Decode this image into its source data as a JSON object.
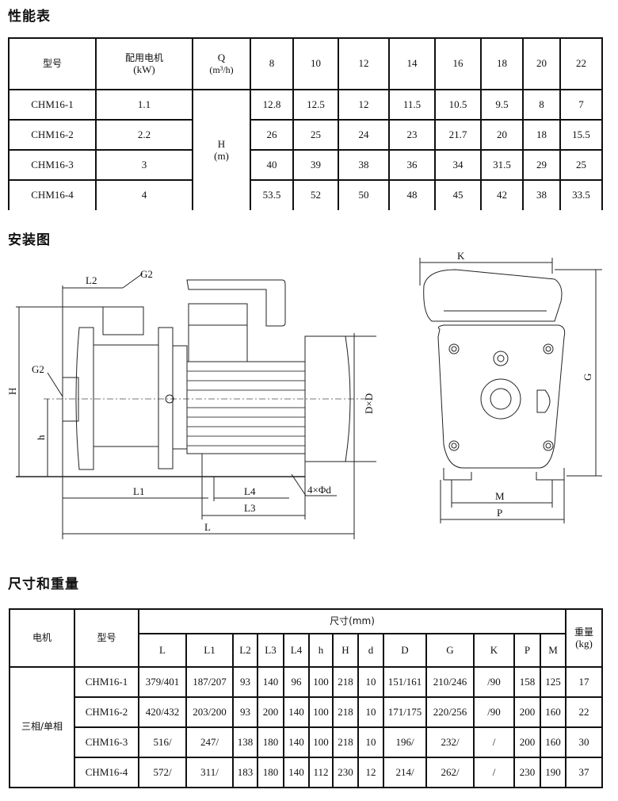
{
  "sections": {
    "performance": "性能表",
    "installation": "安装图",
    "dimensions": "尺寸和重量"
  },
  "performance_table": {
    "model_header": "型号",
    "motor_header": "配用电机",
    "motor_unit": "(kW)",
    "q_header": "Q",
    "q_unit": "(m³/h)",
    "flows": [
      "8",
      "10",
      "12",
      "14",
      "16",
      "18",
      "20",
      "22"
    ],
    "h_label": "H",
    "h_unit": "(m)",
    "rows": [
      {
        "model": "CHM16-1",
        "power": "1.1",
        "heads": [
          "12.8",
          "12.5",
          "12",
          "11.5",
          "10.5",
          "9.5",
          "8",
          "7"
        ]
      },
      {
        "model": "CHM16-2",
        "power": "2.2",
        "heads": [
          "26",
          "25",
          "24",
          "23",
          "21.7",
          "20",
          "18",
          "15.5"
        ]
      },
      {
        "model": "CHM16-3",
        "power": "3",
        "heads": [
          "40",
          "39",
          "38",
          "36",
          "34",
          "31.5",
          "29",
          "25"
        ]
      },
      {
        "model": "CHM16-4",
        "power": "4",
        "heads": [
          "53.5",
          "52",
          "50",
          "48",
          "45",
          "42",
          "38",
          "33.5"
        ]
      }
    ]
  },
  "drawing": {
    "side": {
      "L2": "L2",
      "G2_top": "G2",
      "G2_left": "G2",
      "H": "H",
      "h": "h",
      "L1": "L1",
      "L4": "L4",
      "L3": "L3",
      "L": "L",
      "DxD": "D×D",
      "holes": "4×Φd"
    },
    "front": {
      "K": "K",
      "G": "G",
      "M": "M",
      "P": "P"
    }
  },
  "dimensions_table": {
    "motor_header": "电机",
    "model_header": "型号",
    "size_header": "尺寸(mm)",
    "weight_header": "重量",
    "weight_unit": "(kg)",
    "columns": [
      "L",
      "L1",
      "L2",
      "L3",
      "L4",
      "h",
      "H",
      "d",
      "D",
      "G",
      "K",
      "P",
      "M"
    ],
    "motor_type": "三相/单相",
    "rows": [
      {
        "model": "CHM16-1",
        "values": [
          "379/401",
          "187/207",
          "93",
          "140",
          "96",
          "100",
          "218",
          "10",
          "151/161",
          "210/246",
          "/90",
          "158",
          "125"
        ],
        "weight": "17"
      },
      {
        "model": "CHM16-2",
        "values": [
          "420/432",
          "203/200",
          "93",
          "200",
          "140",
          "100",
          "218",
          "10",
          "171/175",
          "220/256",
          "/90",
          "200",
          "160"
        ],
        "weight": "22"
      },
      {
        "model": "CHM16-3",
        "values": [
          "516/",
          "247/",
          "138",
          "180",
          "140",
          "100",
          "218",
          "10",
          "196/",
          "232/",
          "/",
          "200",
          "160"
        ],
        "weight": "30"
      },
      {
        "model": "CHM16-4",
        "values": [
          "572/",
          "311/",
          "183",
          "180",
          "140",
          "112",
          "230",
          "12",
          "214/",
          "262/",
          "/",
          "230",
          "190"
        ],
        "weight": "37"
      }
    ]
  }
}
